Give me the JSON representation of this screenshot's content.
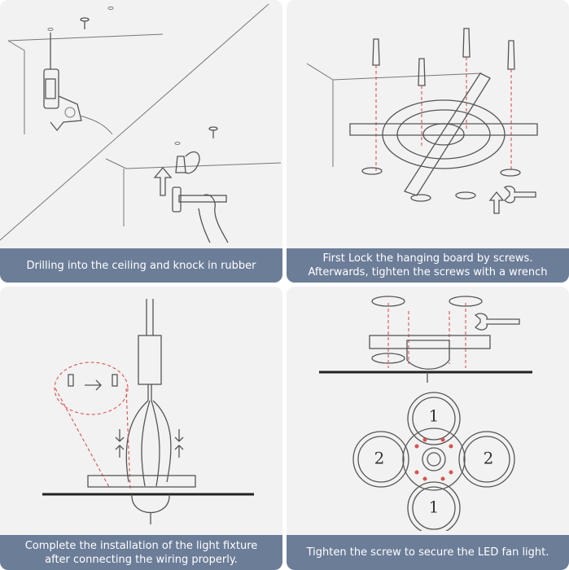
{
  "panels": [
    {
      "caption": "Drilling into the ceiling and knock in rubber"
    },
    {
      "caption_line1": "First Lock the hanging board by screws.",
      "caption_line2": "Afterwards, tighten the screws with a wrench"
    },
    {
      "caption_line1": "Complete the installation of the light fixture",
      "caption_line2": "after connecting the wiring properly."
    },
    {
      "caption": "Tighten the screw to secure the LED fan light."
    }
  ],
  "rings": {
    "top": "1",
    "bottom": "1",
    "left": "2",
    "right": "2"
  },
  "icons": [
    "drill-icon",
    "hammer-icon",
    "screw-icon",
    "wrench-icon",
    "arrow-up-icon",
    "rotate-arrow-icon"
  ]
}
